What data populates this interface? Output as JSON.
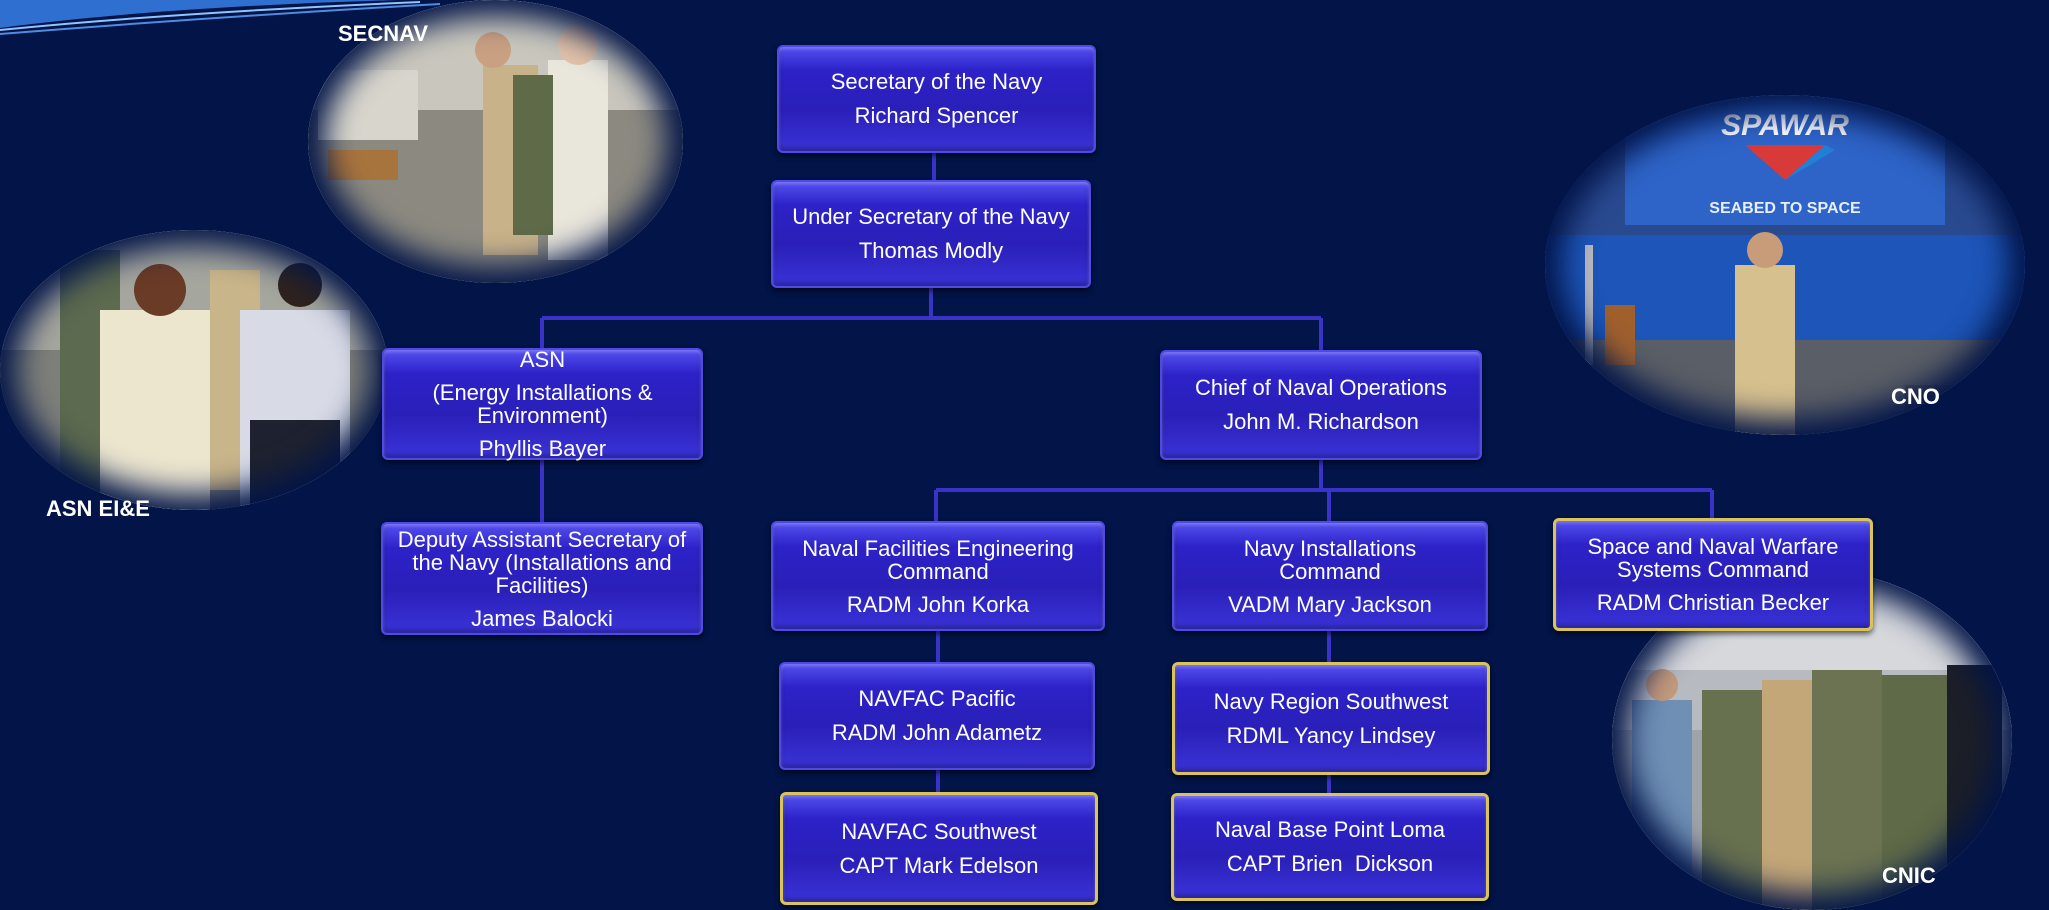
{
  "photos": [
    {
      "id": "secnav",
      "label": "SECNAV"
    },
    {
      "id": "asn",
      "label": "ASN EI&E"
    },
    {
      "id": "cno",
      "label": "CNO"
    },
    {
      "id": "cnic",
      "label": "CNIC"
    }
  ],
  "photo_text": {
    "spawar_banner": "SPAWAR",
    "spawar_tagline": "SEABED TO SPACE"
  },
  "boxes": {
    "secnav": {
      "title": "Secretary of the Navy",
      "name": "Richard Spencer"
    },
    "under_secnav": {
      "title": "Under Secretary of the Navy",
      "name": "Thomas Modly"
    },
    "asn": {
      "title": "ASN",
      "title2": "(Energy Installations & Environment)",
      "name": "Phyllis Bayer"
    },
    "cno": {
      "title": "Chief of Naval Operations",
      "name": "John M. Richardson"
    },
    "dasn": {
      "title": "Deputy Assistant Secretary of the Navy (Installations and Facilities)",
      "name": "James Balocki"
    },
    "navfac": {
      "title": "Naval Facilities Engineering Command",
      "name": "RADM John Korka"
    },
    "cnic": {
      "title": "Navy Installations Command",
      "name": "VADM Mary Jackson"
    },
    "spawar": {
      "title": "Space and Naval Warfare Systems Command",
      "name": "RADM Christian Becker"
    },
    "navfac_pac": {
      "title": "NAVFAC Pacific",
      "name": "RADM John Adametz"
    },
    "navreg_sw": {
      "title": "Navy Region Southwest",
      "name": "RDML Yancy Lindsey"
    },
    "navfac_sw": {
      "title": "NAVFAC Southwest",
      "name": "CAPT Mark Edelson"
    },
    "nbpl": {
      "title": "Naval Base Point Loma",
      "name": "CAPT Brien  Dickson"
    }
  },
  "colors": {
    "background": "#021448",
    "box": "#2c22c8",
    "connector": "#3a33c8",
    "highlight_border": "#d9c35a"
  }
}
